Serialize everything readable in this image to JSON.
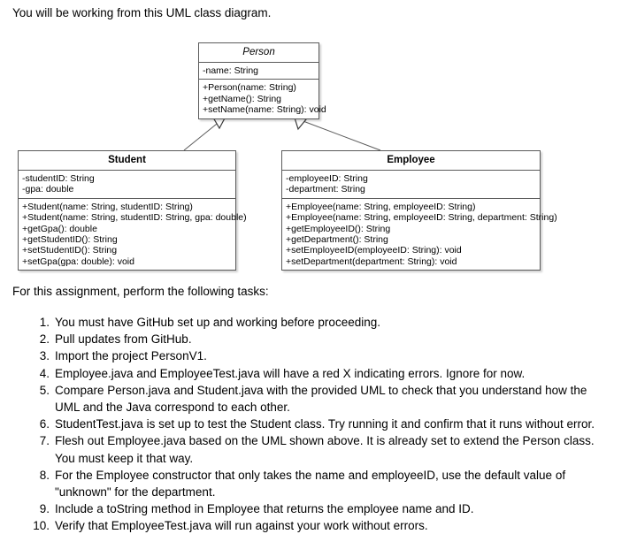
{
  "intro": {
    "text": "You will be working from this UML class diagram."
  },
  "assignment": {
    "lead_in": "For this assignment, perform the following tasks:"
  },
  "uml": {
    "relationship": "generalization",
    "classes": [
      {
        "name": "Person",
        "abstract": true,
        "attributes": [
          "-name: String"
        ],
        "methods": [
          "+Person(name: String)",
          "+getName(): String",
          "+setName(name: String): void"
        ]
      },
      {
        "name": "Student",
        "abstract": false,
        "extends": "Person",
        "attributes": [
          "-studentID: String",
          "-gpa: double"
        ],
        "methods": [
          "+Student(name: String, studentID: String)",
          "+Student(name: String, studentID: String, gpa: double)",
          "+getGpa(): double",
          "+getStudentID(): String",
          "+setStudentID(): String",
          "+setGpa(gpa: double): void"
        ]
      },
      {
        "name": "Employee",
        "abstract": false,
        "extends": "Person",
        "attributes": [
          "-employeeID: String",
          "-department: String"
        ],
        "methods": [
          "+Employee(name: String, employeeID: String)",
          "+Employee(name: String, employeeID: String, department: String)",
          "+getEmployeeID(): String",
          "+getDepartment(): String",
          "+setEmployeeID(employeeID: String): void",
          "+setDepartment(department: String): void"
        ]
      }
    ]
  },
  "tasks": [
    {
      "num": "1.",
      "text": "You must have GitHub set up and working before proceeding."
    },
    {
      "num": "2.",
      "text": "Pull updates from GitHub."
    },
    {
      "num": "3.",
      "text": "Import the project PersonV1."
    },
    {
      "num": "4.",
      "text": "Employee.java and EmployeeTest.java will have a red X indicating errors. Ignore for now."
    },
    {
      "num": "5.",
      "text": "Compare Person.java and Student.java with the provided UML to check that you understand how the UML and the Java correspond to each other."
    },
    {
      "num": "6.",
      "text": "StudentTest.java is set up to test the Student class. Try running it and confirm that it runs without error."
    },
    {
      "num": "7.",
      "text": "Flesh out Employee.java based on the UML shown above. It is already set to extend the Person class. You must keep it that way."
    },
    {
      "num": "8.",
      "text": "For the Employee constructor that only takes the name and employeeID, use the default value of \"unknown\" for the department."
    },
    {
      "num": "9.",
      "text": "Include a toString method in Employee that returns the employee name and ID."
    },
    {
      "num": "10.",
      "text": "Verify that EmployeeTest.java will run against your work without errors."
    }
  ],
  "colors": {
    "border": "#5b5b5b",
    "text": "#000000",
    "background": "#ffffff",
    "shadow": "rgba(0,0,0,0.18)"
  }
}
